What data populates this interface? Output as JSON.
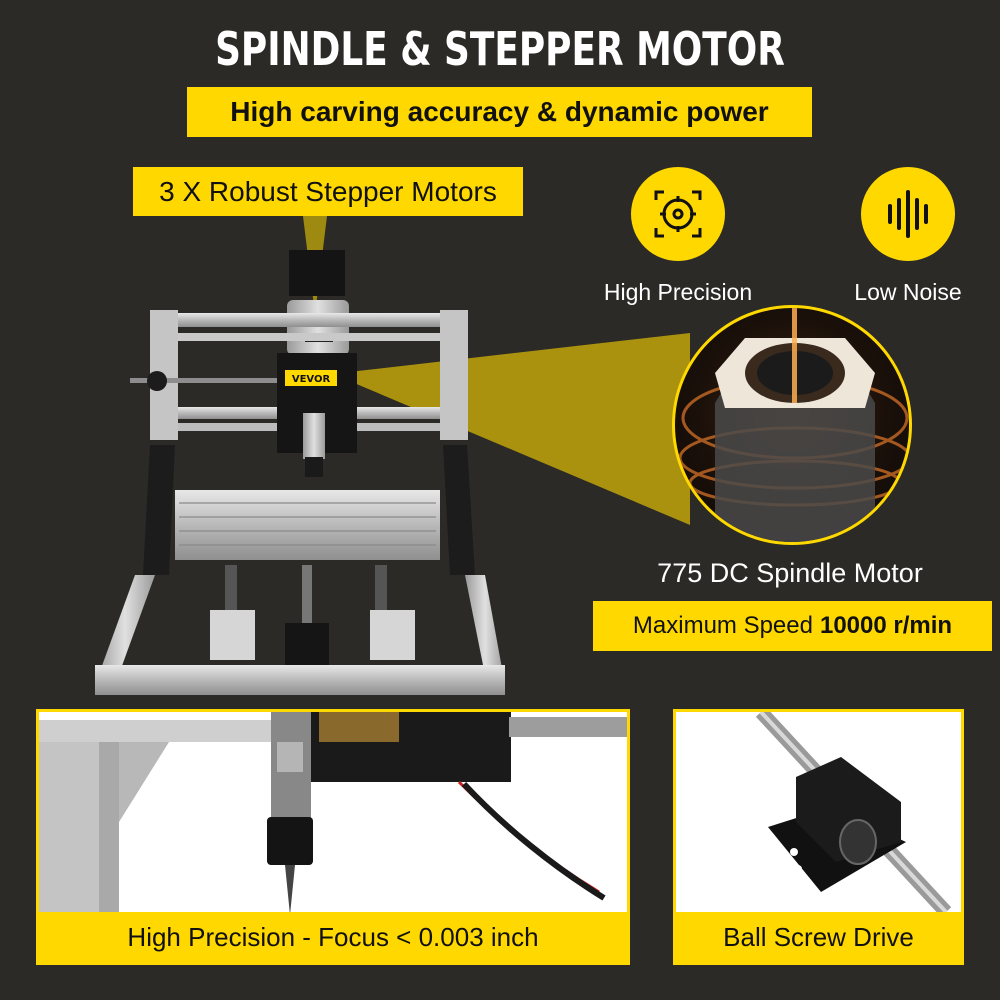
{
  "header": {
    "title": "SPINDLE & STEPPER MOTOR",
    "subtitle": "High carving accuracy & dynamic power"
  },
  "callouts": {
    "stepper_motors": "3 X Robust Stepper Motors"
  },
  "features": [
    {
      "icon": "target-crosshair-icon",
      "label": "High Precision"
    },
    {
      "icon": "sound-wave-icon",
      "label": "Low Noise"
    }
  ],
  "spindle": {
    "title": "775 DC Spindle Motor",
    "speed_label": "Maximum Speed",
    "speed_value": "10000 r/min"
  },
  "machine": {
    "brand_badge": "VEVOR"
  },
  "panels": [
    {
      "caption": "High Precision - Focus < 0.003 inch"
    },
    {
      "caption": "Ball Screw Drive"
    }
  ],
  "colors": {
    "background": "#2b2a27",
    "accent_yellow": "#ffd800",
    "text_dark": "#111111",
    "text_light": "#ffffff"
  }
}
